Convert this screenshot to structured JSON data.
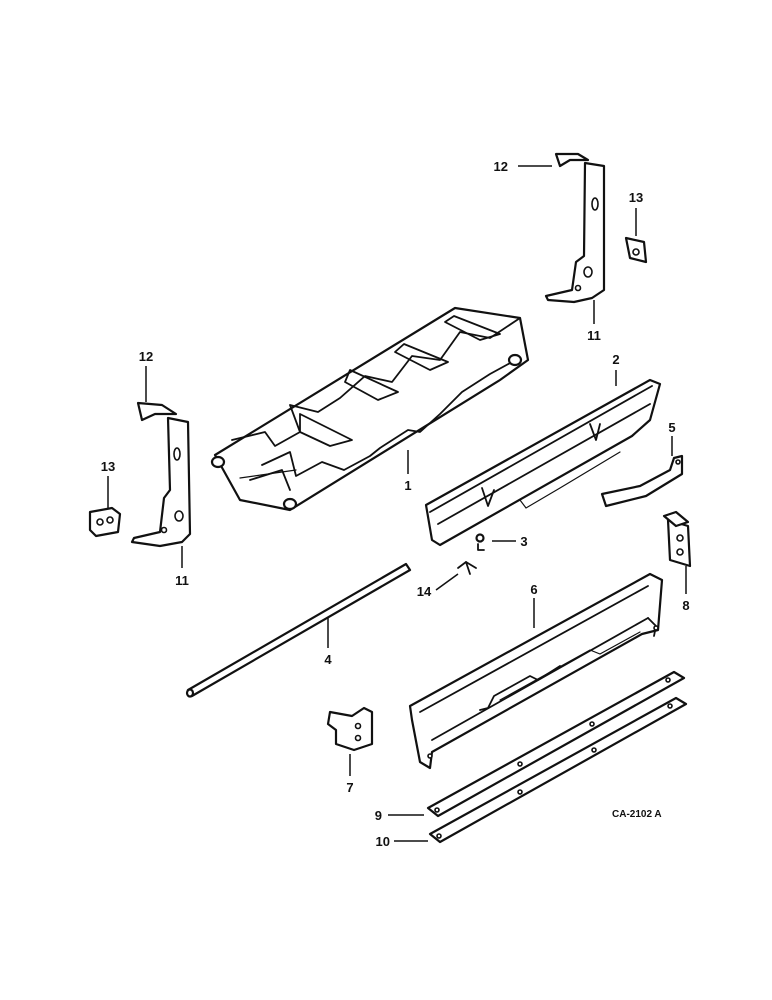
{
  "drawing_code": "CA-2102  A",
  "callouts": {
    "c1": "1",
    "c2": "2",
    "c3": "3",
    "c4": "4",
    "c5": "5",
    "c6": "6",
    "c7": "7",
    "c8": "8",
    "c9": "9",
    "c10": "10",
    "c11a": "11",
    "c11b": "11",
    "c12a": "12",
    "c12b": "12",
    "c13a": "13",
    "c13b": "13",
    "c14": "14"
  }
}
